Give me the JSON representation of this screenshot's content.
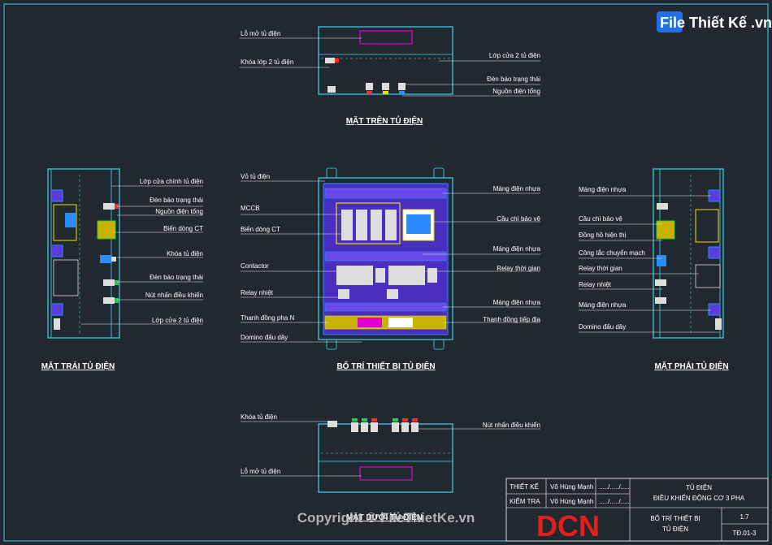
{
  "logo": {
    "text": "File Thiết Kế .vn"
  },
  "watermark": {
    "text": "Copyright © FileThietKe.vn"
  },
  "views": {
    "top": {
      "title": "MẶT TRÊN TỦ ĐIỆN",
      "labels": [
        "Lỗ mở tủ điện",
        "Khóa lớp 2 tủ điện",
        "Lớp cửa 2 tủ điện",
        "Đèn báo trạng thái",
        "Nguồn điện tổng"
      ]
    },
    "left": {
      "title": "MẶT TRÁI TỦ ĐIỆN",
      "labels": [
        "Lớp cửa chính tủ điện",
        "Đèn báo trạng thái",
        "Nguồn điện tổng",
        "Biến dòng CT",
        "Khóa tủ điện",
        "Đèn báo trạng thái",
        "Nút nhấn điều khiển",
        "Lớp cửa 2 tủ điện"
      ]
    },
    "center": {
      "title": "BỐ TRÍ THIẾT BỊ TỦ ĐIỆN",
      "left_labels": [
        "Vỏ tủ điện",
        "MCCB",
        "Biến dòng CT",
        "Contactor",
        "Relay nhiệt",
        "Thanh đồng pha N",
        "Domino đấu dây"
      ],
      "right_labels": [
        "Máng điện nhựa",
        "Cầu chì bảo vệ",
        "Máng điện nhựa",
        "Relay thời gian",
        "Máng điện nhựa",
        "Thanh đồng tiếp địa"
      ]
    },
    "right": {
      "title": "MẶT PHẢI TỦ ĐIỆN",
      "labels": [
        "Máng điện nhựa",
        "Cầu chì bảo vệ",
        "Đồng hồ hiện thị",
        "Công tắc chuyển mạch",
        "Relay thời gian",
        "Relay nhiệt",
        "Máng điện nhựa",
        "Domino đấu dây"
      ]
    },
    "bottom": {
      "title": "MẶT DƯỚI TỦ ĐIỆN",
      "labels": [
        "Khóa tủ điện",
        "Nút nhấn điều khiển",
        "Lỗ mở tủ điện"
      ]
    }
  },
  "title_block": {
    "designed_label": "THIẾT KẾ",
    "designed_name": "Võ Hùng Mạnh",
    "checked_label": "KIỂM TRA",
    "checked_name": "Võ Hùng Mạnh",
    "date": "...../...../.....",
    "project_line1": "TỦ ĐIỆN",
    "project_line2": "ĐIỀU KHIỂN ĐỘNG CƠ 3 PHA",
    "company": "DCN",
    "sheet_line1": "BỐ TRÍ THIẾT BỊ",
    "sheet_line2": "TỦ ĐIỆN",
    "scale": "1:7",
    "drawing_no": "TĐ.01-3"
  },
  "colors": {
    "background": "#212830",
    "frame": "#3fd6ee",
    "trunking": "#5a3cd8",
    "trunking_border": "#2a8cff",
    "device": "#e6e6e6",
    "red": "#ff2a2a",
    "green": "#22cc44",
    "yellow": "#e8e000",
    "magenta": "#e000d0",
    "gold": "#c8b400",
    "logo_red": "#e0201c"
  }
}
